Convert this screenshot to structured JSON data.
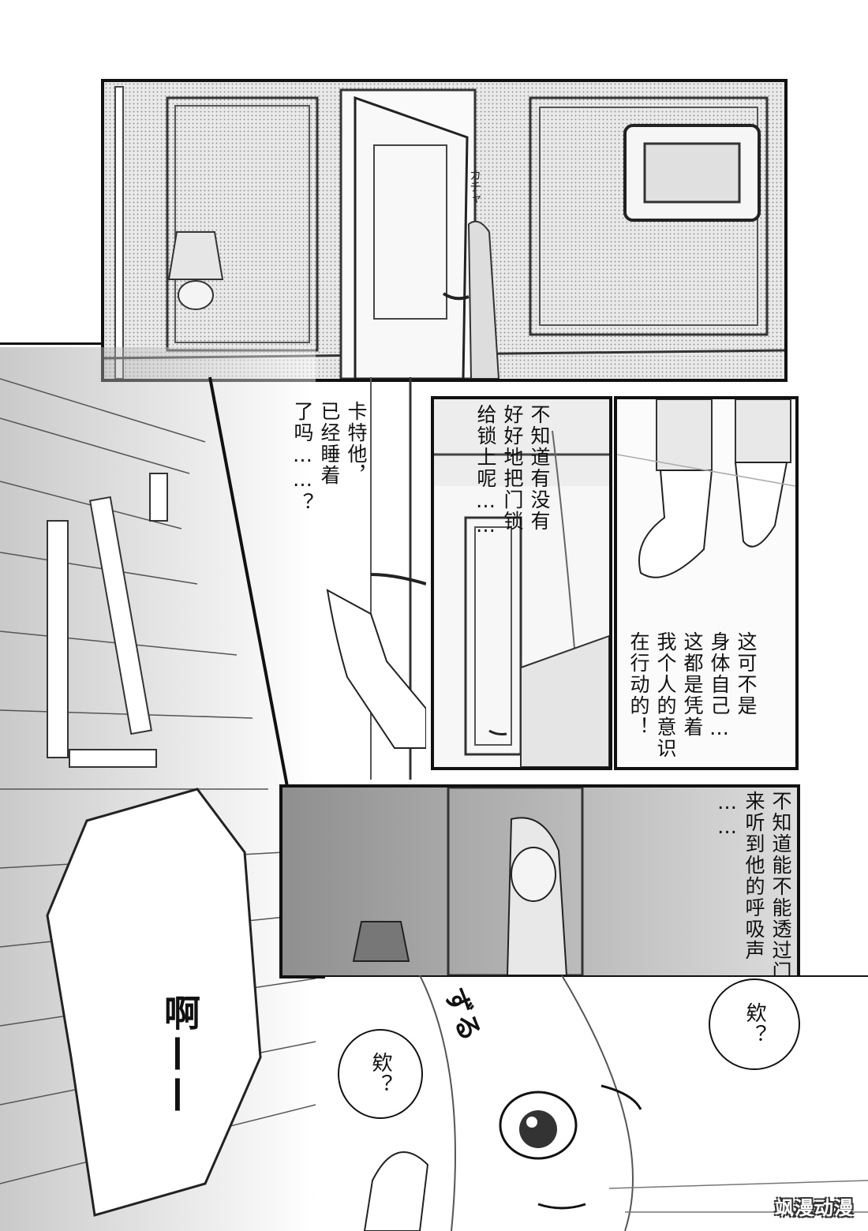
{
  "panel1": {
    "sfx": "カチャ"
  },
  "panel2": {
    "caption": "卡特他，\n已经睡着\n了吗……？"
  },
  "panel3": {
    "caption": "不知道有没有\n好好地把门锁\n给锁上呢……"
  },
  "panel4": {
    "caption": "这可不是\n身体自己…\n这都是凭着\n我个人的意识\n在行动的！"
  },
  "panel5": {
    "caption": "不知道能不能透过门\n来听到他的呼吸声\n……"
  },
  "panel6": {
    "shout": "啊——",
    "bubble_right": "欸？",
    "bubble_left": "欸？",
    "sfx": "ずる"
  },
  "watermark": "飒漫动漫"
}
